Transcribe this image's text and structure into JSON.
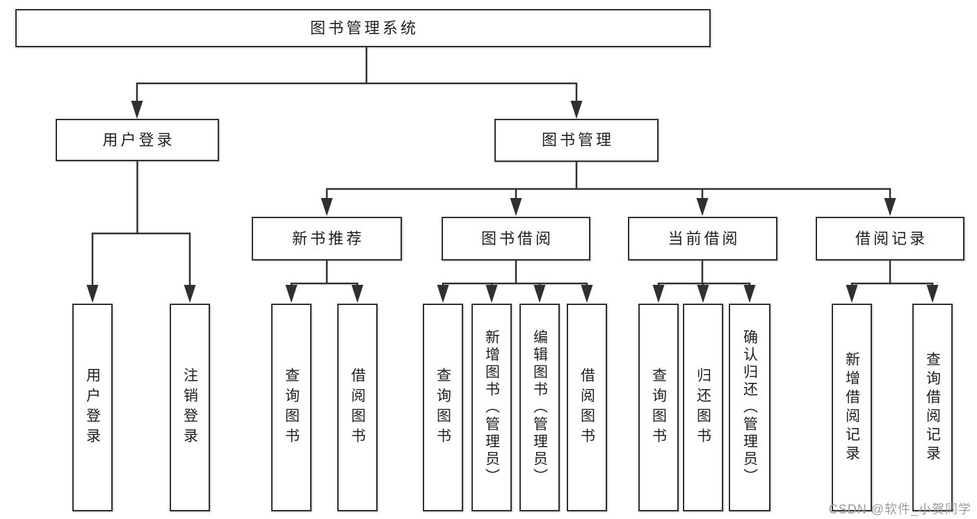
{
  "tree": {
    "root": "图书管理系统",
    "user_login": {
      "label": "用户登录",
      "children": [
        "用户登录",
        "注销登录"
      ]
    },
    "book_management": {
      "label": "图书管理",
      "sections": [
        {
          "label": "新书推荐",
          "children": [
            "查询图书",
            "借阅图书"
          ]
        },
        {
          "label": "图书借阅",
          "children": [
            "查询图书",
            "新增图书（管理员）",
            "编辑图书（管理员）",
            "借阅图书"
          ]
        },
        {
          "label": "当前借阅",
          "children": [
            "查询图书",
            "归还图书",
            "确认归还（管理员）"
          ]
        },
        {
          "label": "借阅记录",
          "children": [
            "新增借阅记录",
            "查询借阅记录"
          ]
        }
      ]
    }
  },
  "watermark": "CSDN @软件_小贺同学",
  "colors": {
    "line": "#303030",
    "box_border": "#2f2f2f",
    "text": "#1f1f1f",
    "watermark": "#9b9b9b",
    "background": "#ffffff"
  }
}
